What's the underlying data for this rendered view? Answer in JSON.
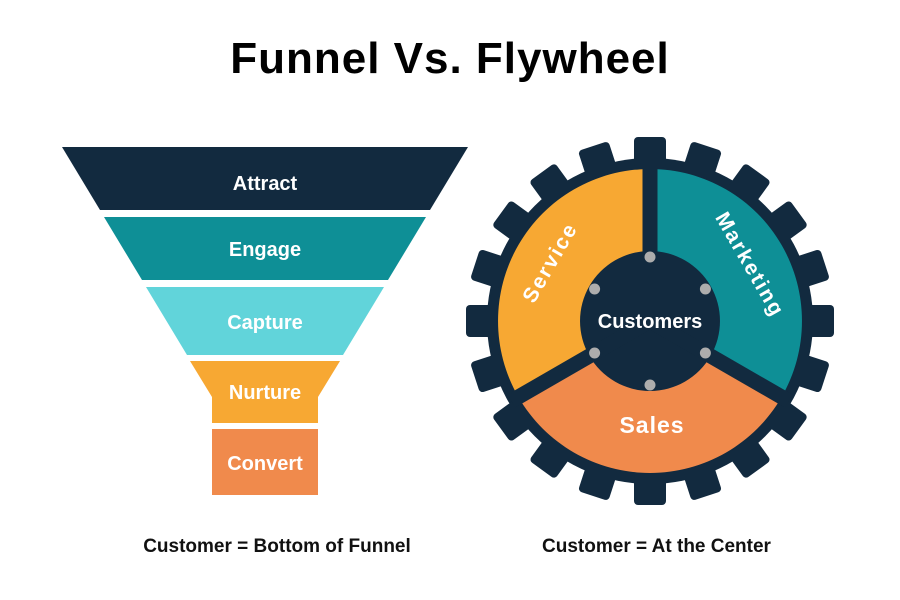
{
  "title": "Funnel Vs. Flywheel",
  "funnel": {
    "caption": "Customer = Bottom of Funnel",
    "stages": [
      {
        "label": "Attract",
        "color": "#122A3F"
      },
      {
        "label": "Engage",
        "color": "#0E8F96"
      },
      {
        "label": "Capture",
        "color": "#61D4DA"
      },
      {
        "label": "Nurture",
        "color": "#F7A833"
      },
      {
        "label": "Convert",
        "color": "#F08A4C"
      }
    ]
  },
  "flywheel": {
    "caption": "Customer = At the Center",
    "center_label": "Customers",
    "gear_color": "#122A3F",
    "dot_color": "#ADADAD",
    "segments": [
      {
        "label": "Service",
        "color": "#F7A833"
      },
      {
        "label": "Marketing",
        "color": "#0E8F96"
      },
      {
        "label": "Sales",
        "color": "#F08A4C"
      }
    ]
  }
}
